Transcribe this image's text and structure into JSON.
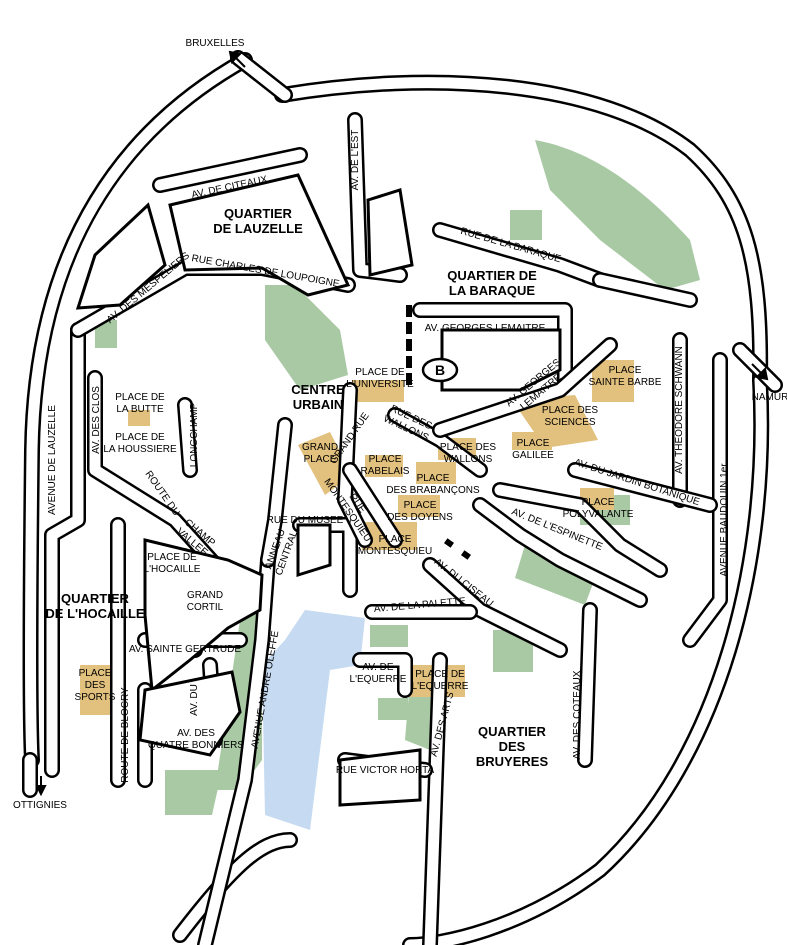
{
  "colors": {
    "park": "#a9c9a4",
    "water": "#c6daf1",
    "plaza": "#e2c07d",
    "road_outline": "#000000",
    "road_fill": "#ffffff",
    "background": "#ffffff"
  },
  "icons": {
    "bus_station": "bus-station-icon",
    "arrows": [
      "arrow-up-left-icon",
      "arrow-down-right-icon",
      "arrow-down-icon"
    ]
  },
  "destinations": {
    "bruxelles": "BRUXELLES",
    "namur": "NAMUR",
    "ottignies": "OTTIGNIES"
  },
  "bus_station_label": "B",
  "districts": {
    "lauzelle": [
      "QUARTIER",
      "DE LAUZELLE"
    ],
    "baraque": [
      "QUARTIER DE",
      "LA BARAQUE"
    ],
    "centre": [
      "CENTRE",
      "URBAIN"
    ],
    "hocaille": [
      "QUARTIER",
      "DE L'HOCAILLE"
    ],
    "bruyeres": [
      "QUARTIER",
      "DES",
      "BRUYERES"
    ]
  },
  "streets": {
    "citeaux": "AV. DE CITEAUX",
    "est": "AV. DE L'EST",
    "mespeliers": "AV. DES MESPELIERS",
    "loupoigne": "RUE CHARLES DE LOUPOIGNE",
    "rue_baraque": "RUE DE LA BARAQUE",
    "georges_lemaitre_1": "AV. GEORGES LEMAITRE",
    "georges_lemaitre_2": [
      "AV. GEORGES",
      "LEMAITRE"
    ],
    "schwann": "AV. THEODORE SCHWANN",
    "baudouin": "AVENUE BAUDOUIN 1er",
    "jardin_botanique": "AV. DU JARDIN BOTANIQUE",
    "espinette": "AV. DE L'ESPINETTE",
    "lauzelle_av": "AVENUE DE LAUZELLE",
    "clos": [
      "AV. DES CLOS"
    ],
    "longchamp": "LONGCHAMP",
    "route_du": "ROUTE DU",
    "champ_vallee": [
      "CHAMP",
      "VALLEE"
    ],
    "rue_musee": "RUE DU MUSEE",
    "anneau_central": [
      "ANNEAU",
      "CENTRAL"
    ],
    "grand_rue": "GRAND RUE",
    "rue_wallons": [
      "RUE DES",
      "WALLONS"
    ],
    "rue_montesquieu": [
      "RUE",
      "MONTESQUIEU"
    ],
    "andre_oleffe": "AVENUE ANDRE OLEFFE",
    "ciseau": "AV. DU CISEAU",
    "palette": "AV. DE LA PALETTE",
    "av_equerre": [
      "AV. DE",
      "L'EQUERRE"
    ],
    "av_arts": "AV. DES ARTS",
    "victor_horta": "RUE VICTOR HORTA",
    "coteaux": "AV. DES COTEAUX",
    "grand_cortil": [
      "GRAND",
      "CORTIL"
    ],
    "sainte_gertrude": "AV. SAINTE GERTRUDE",
    "av_du": "AV. DU",
    "quatre_bonniers": [
      "AV. DES",
      "QUATRE BONNIERS"
    ],
    "route_blocry": "ROUTE DE BLOCRY"
  },
  "places": {
    "universite": [
      "PLACE DE",
      "L'UNIVERSITE"
    ],
    "sainte_barbe": [
      "PLACE",
      "SAINTE BARBE"
    ],
    "sciences": [
      "PLACE DES",
      "SCIENCES"
    ],
    "wallons": [
      "PLACE DES",
      "WALLONS"
    ],
    "galilee": [
      "PLACE",
      "GALILEE"
    ],
    "rabelais": [
      "PLACE",
      "RABELAIS"
    ],
    "brabancons": [
      "PLACE",
      "DES BRABANÇONS"
    ],
    "doyens": [
      "PLACE",
      "DES DOYENS"
    ],
    "montesquieu": [
      "PLACE",
      "MONTESQUIEU"
    ],
    "grand_place": [
      "GRAND",
      "PLACE"
    ],
    "polyvalante": [
      "PLACE",
      "POLYVALANTE"
    ],
    "butte": [
      "PLACE DE",
      "LA BUTTE"
    ],
    "houssiere": [
      "PLACE DE",
      "LA HOUSSIERE"
    ],
    "hocaille": [
      "PLACE DE",
      "L'HOCAILLE"
    ],
    "sports": [
      "PLACE",
      "DES",
      "SPORTS"
    ],
    "equerre": [
      "PLACE DE",
      "L'EQUERRE"
    ]
  }
}
